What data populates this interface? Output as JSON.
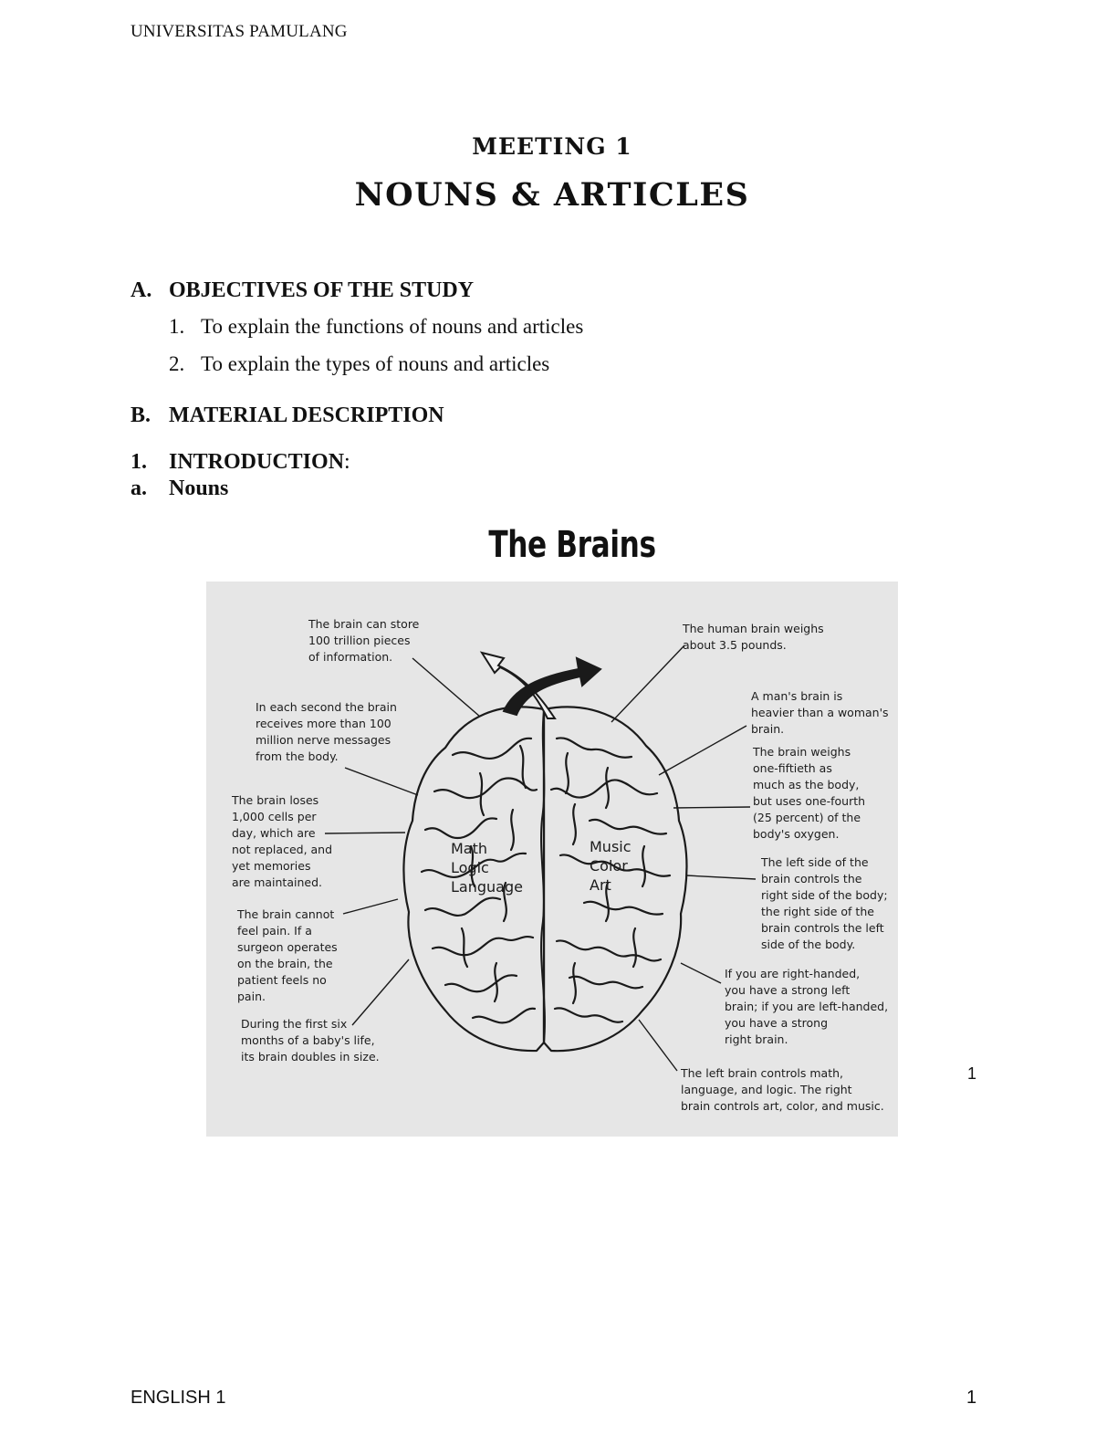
{
  "header": {
    "institution": "UNIVERSITAS PAMULANG"
  },
  "meeting": "MEETING 1",
  "title": "NOUNS & ARTICLES",
  "section_a": {
    "label": "A.",
    "heading": "OBJECTIVES OF THE STUDY",
    "items": [
      {
        "num": "1.",
        "text": "To explain the functions of nouns and articles"
      },
      {
        "num": "2.",
        "text": "To explain the types of nouns and articles"
      }
    ]
  },
  "section_b": {
    "label": "B.",
    "heading": "MATERIAL DESCRIPTION"
  },
  "intro": {
    "label": "1.",
    "heading": "INTRODUCTION",
    "colon": ":"
  },
  "sub_a": {
    "label": "a.",
    "heading": "Nouns"
  },
  "figure": {
    "title": "The Brains",
    "left_lobe": "Math\nLogic\nLanguage",
    "right_lobe": "Music\nColor\nArt",
    "notes": {
      "store": "The brain can store\n100 trillion pieces\nof information.",
      "messages": "In each second the brain\nreceives more than 100\nmillion nerve messages\nfrom the body.",
      "cells": "The brain loses\n1,000 cells per\nday, which are\nnot replaced, and\nyet memories\nare maintained.",
      "pain": "The brain cannot\nfeel pain.  If a\nsurgeon operates\non the brain, the\npatient feels no\npain.",
      "baby": "During the first six\nmonths of a baby's life,\nits brain doubles in size.",
      "weighs": "The human brain weighs\nabout 3.5 pounds.",
      "man": "A man's brain is\nheavier than a woman's\nbrain.",
      "fiftieth": "The brain weighs\none-fiftieth as\nmuch as the body,\nbut uses one-fourth\n(25 percent) of the\nbody's oxygen.",
      "sides": "The left side of the\nbrain controls the\nright side of the body;\nthe right side of the\nbrain controls the left\nside of the body.",
      "handed": "If you are right-handed,\nyou have a strong left\nbrain; if you are left-handed,\nyou have a strong\nright brain.",
      "leftbrain": "The left brain controls math,\nlanguage, and logic.  The right\nbrain controls art, color, and music."
    }
  },
  "side_page_number": "1",
  "footer": {
    "left": "ENGLISH 1",
    "right": "1"
  }
}
